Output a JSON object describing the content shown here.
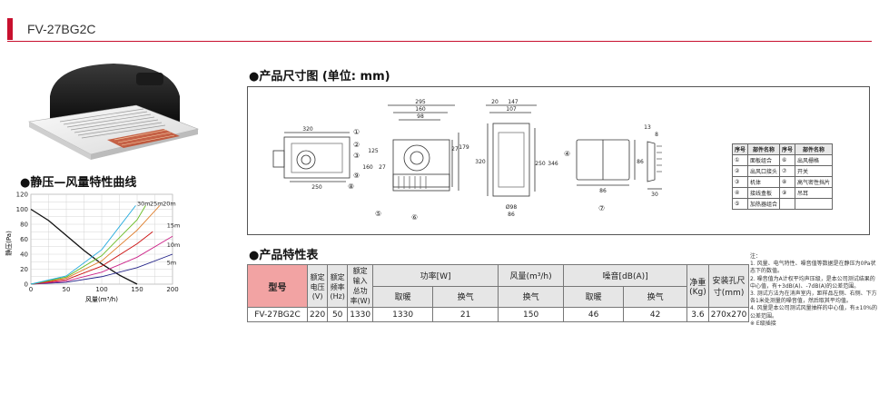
{
  "header": {
    "model": "FV-27BG2C"
  },
  "sections": {
    "dimensions_title": "●产品尺寸图 (单位: mm)",
    "curve_title": "●静压—风量特性曲线",
    "spec_title": "●产品特性表"
  },
  "chart_data": {
    "type": "line",
    "title": "",
    "xlabel": "风量(m³/h)",
    "ylabel": "静压(Pa)",
    "xlim": [
      0,
      200
    ],
    "ylim": [
      0,
      120
    ],
    "x_ticks": [
      "0",
      "50",
      "100",
      "150",
      "200"
    ],
    "y_ticks": [
      "0",
      "20",
      "40",
      "60",
      "80",
      "100",
      "120"
    ],
    "grid": true,
    "series": [
      {
        "name": "",
        "color": "#111111",
        "points": [
          [
            0,
            100
          ],
          [
            25,
            85
          ],
          [
            50,
            65
          ],
          [
            75,
            45
          ],
          [
            100,
            27
          ],
          [
            125,
            12
          ],
          [
            150,
            0
          ]
        ]
      },
      {
        "name": "5m",
        "color": "#222288",
        "points": [
          [
            0,
            0
          ],
          [
            50,
            2.5
          ],
          [
            100,
            10
          ],
          [
            150,
            22
          ],
          [
            200,
            40
          ]
        ]
      },
      {
        "name": "10m",
        "color": "#cc2288",
        "points": [
          [
            0,
            0
          ],
          [
            50,
            4
          ],
          [
            100,
            16
          ],
          [
            150,
            36
          ],
          [
            200,
            64
          ]
        ]
      },
      {
        "name": "15m",
        "color": "#cc1111",
        "points": [
          [
            0,
            0
          ],
          [
            50,
            6
          ],
          [
            100,
            24
          ],
          [
            150,
            54
          ],
          [
            172,
            70
          ]
        ]
      },
      {
        "name": "20m",
        "color": "#dd7722",
        "points": [
          [
            0,
            0
          ],
          [
            50,
            8
          ],
          [
            100,
            31
          ],
          [
            150,
            72
          ],
          [
            182,
            105
          ]
        ]
      },
      {
        "name": "25m",
        "color": "#66bb22",
        "points": [
          [
            0,
            0
          ],
          [
            50,
            9.5
          ],
          [
            100,
            38
          ],
          [
            150,
            86
          ],
          [
            162,
            105
          ]
        ]
      },
      {
        "name": "30m",
        "color": "#22aadd",
        "points": [
          [
            0,
            0
          ],
          [
            50,
            11
          ],
          [
            100,
            46
          ],
          [
            148,
            105
          ]
        ]
      }
    ],
    "line_labels": [
      {
        "text": "30m",
        "x": 150,
        "y": 105
      },
      {
        "text": "25m",
        "x": 168,
        "y": 105
      },
      {
        "text": "20m",
        "x": 186,
        "y": 105
      },
      {
        "text": "15m",
        "x": 192,
        "y": 76
      },
      {
        "text": "10m",
        "x": 192,
        "y": 50
      },
      {
        "text": "5m",
        "x": 192,
        "y": 26
      }
    ]
  },
  "drawing": {
    "dims": {
      "d320": "320",
      "d250": "250",
      "d295": "295",
      "d160": "160",
      "d98": "98",
      "d20": "20",
      "d147": "147",
      "d107": "107",
      "d13": "13",
      "d8": "8",
      "d125": "125",
      "d27a": "27",
      "d160v": "160",
      "d27b": "27",
      "d179": "179",
      "d320v": "320",
      "d250v": "250",
      "d346": "346",
      "d86a": "86",
      "d86b": "86",
      "d30": "30",
      "d98d": "Ø98",
      "d86c": "86"
    },
    "callouts": [
      "①",
      "②",
      "③",
      "④",
      "⑤",
      "⑥",
      "⑦",
      "⑧",
      "⑨"
    ]
  },
  "parts_table": {
    "headers": [
      "序号",
      "部件名称",
      "序号",
      "部件名称"
    ],
    "rows": [
      [
        "①",
        "面板组合",
        "⑥",
        "出风栅格"
      ],
      [
        "②",
        "出风口接头",
        "⑦",
        "开关"
      ],
      [
        "③",
        "机体",
        "⑧",
        "高气密性挡片"
      ],
      [
        "④",
        "接线盒板",
        "⑨",
        "吊耳"
      ],
      [
        "⑤",
        "加热器组合",
        "",
        ""
      ]
    ]
  },
  "spec_table": {
    "h_model": "型号",
    "h_voltage": "额定电压(V)",
    "h_freq": "额定频率(Hz)",
    "h_power_total": "额定输入总功率(W)",
    "h_power": "功率[W]",
    "h_flow": "风量(m³/h)",
    "h_noise": "噪音[dB(A)]",
    "h_weight": "净重(Kg)",
    "h_hole": "安装孔尺寸(mm)",
    "sub_heat": "取暖",
    "sub_vent": "换气",
    "row": {
      "model": "FV-27BG2C",
      "voltage": "220",
      "freq": "50",
      "total": "1330",
      "p_heat": "1330",
      "p_vent": "21",
      "flow": "150",
      "n_heat": "46",
      "n_vent": "42",
      "weight": "3.6",
      "hole": "270x270"
    }
  },
  "notes": [
    "注：",
    "1. 风量、电气特性、噪音值等数据是在静压为0Pa状态下的数值。",
    "2. 噪音值为A计权平均声压级，是本公司测试结果的中心值，有+3dB(A)、-7dB(A)的公差范围。",
    "3. 测试方法为在消声室内，距样品左侧、右侧、下方各1米处测量的噪音值，然后取其平均值。",
    "4. 风量是本公司测试风量抽样的中心值，有±10%的公差范围。",
    "※ E级插接"
  ]
}
